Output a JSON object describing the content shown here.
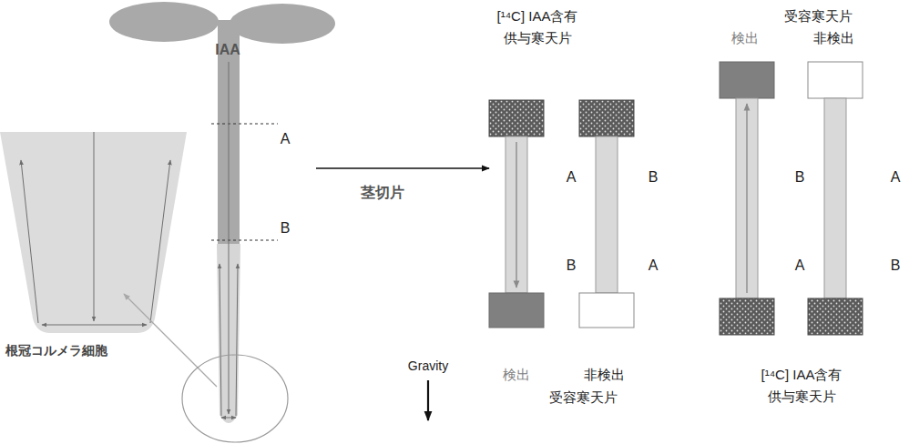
{
  "diagram": {
    "nodes": [
      {
        "text": [
          "IAA",
          "A",
          "B"
        ]
      },
      {
        "text": [
          "A",
          "B"
        ]
      },
      {
        "text": [
          "B",
          "A"
        ]
      },
      {
        "text": [
          "B",
          "A"
        ]
      },
      {
        "text": [
          "A",
          "B"
        ]
      }
    ],
    "edges": [
      {
        "from": 0,
        "to": 1,
        "arrow": "to",
        "label": "茎切片"
      }
    ],
    "labels": [
      "[¹⁴C] IAA含有 供与寒天片",
      "受容寒天片",
      "検出",
      "非検出",
      "根冠コルメラ細胞",
      "Gravity",
      "検出",
      "非検出",
      "受容寒天片",
      "[¹⁴C] IAA含有 供与寒天片"
    ]
  }
}
